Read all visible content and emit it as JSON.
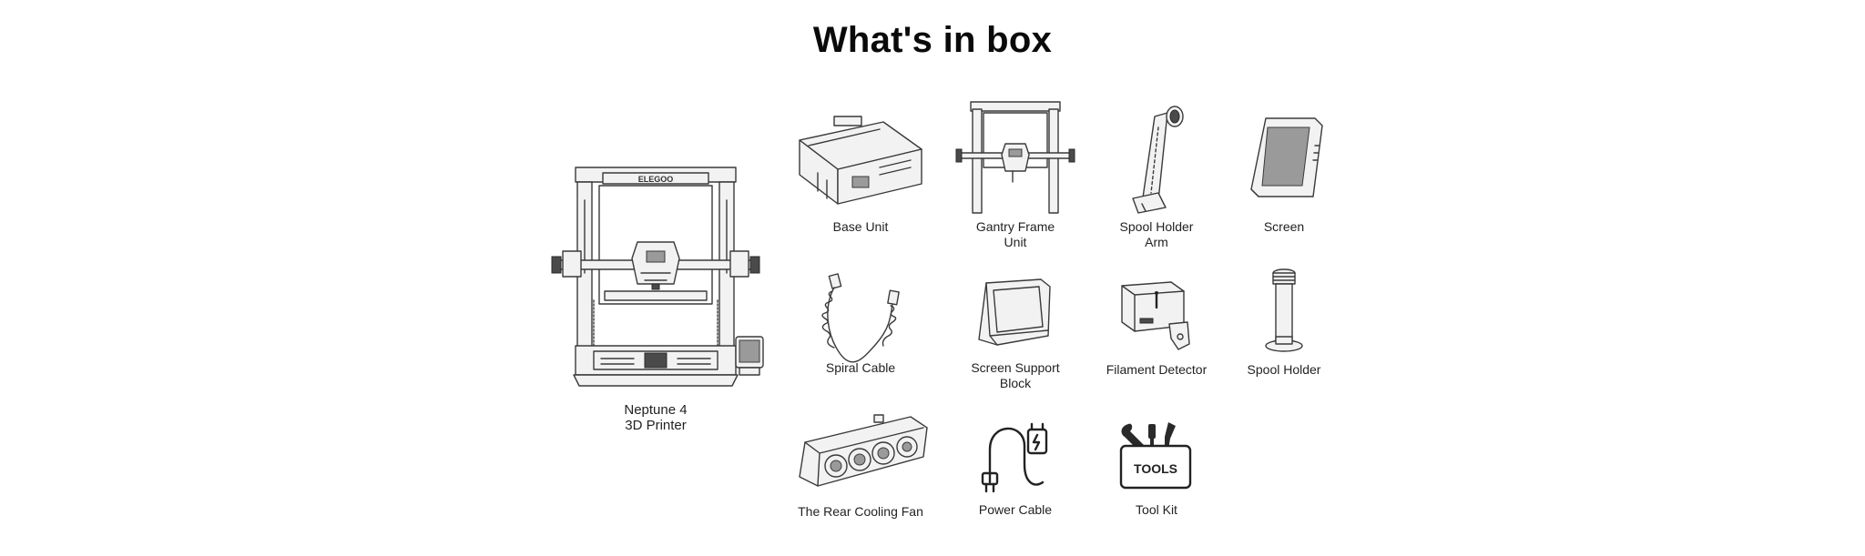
{
  "title": "What's in box",
  "main": {
    "line1": "Neptune 4",
    "line2": "3D Printer",
    "logo": "ELEGOO"
  },
  "items": [
    {
      "id": "base-unit",
      "line1": "Base Unit",
      "line2": ""
    },
    {
      "id": "gantry-frame-unit",
      "line1": "Gantry Frame",
      "line2": "Unit"
    },
    {
      "id": "spool-holder-arm",
      "line1": "Spool Holder",
      "line2": "Arm"
    },
    {
      "id": "screen",
      "line1": "Screen",
      "line2": ""
    },
    {
      "id": "spiral-cable",
      "line1": "Spiral Cable",
      "line2": ""
    },
    {
      "id": "screen-support-block",
      "line1": "Screen Support",
      "line2": "Block"
    },
    {
      "id": "filament-detector",
      "line1": "Filament Detector",
      "line2": ""
    },
    {
      "id": "spool-holder",
      "line1": "Spool Holder",
      "line2": ""
    },
    {
      "id": "rear-cooling-fan",
      "line1": "The Rear Cooling Fan",
      "line2": ""
    },
    {
      "id": "power-cable",
      "line1": "Power Cable",
      "line2": ""
    },
    {
      "id": "tool-kit",
      "line1": "Tool Kit",
      "line2": ""
    }
  ],
  "toolkit_text": "TOOLS",
  "icons": {
    "main": "3d-printer-icon",
    "base": "printer-base-icon",
    "gantry": "gantry-frame-icon",
    "arm": "spool-holder-arm-icon",
    "screen": "touch-screen-icon",
    "cable": "spiral-cable-icon",
    "block": "screen-support-block-icon",
    "detector": "filament-detector-icon",
    "spool": "spool-holder-icon",
    "fan": "cooling-fan-icon",
    "power": "power-cable-icon",
    "tools": "tool-kit-icon"
  }
}
